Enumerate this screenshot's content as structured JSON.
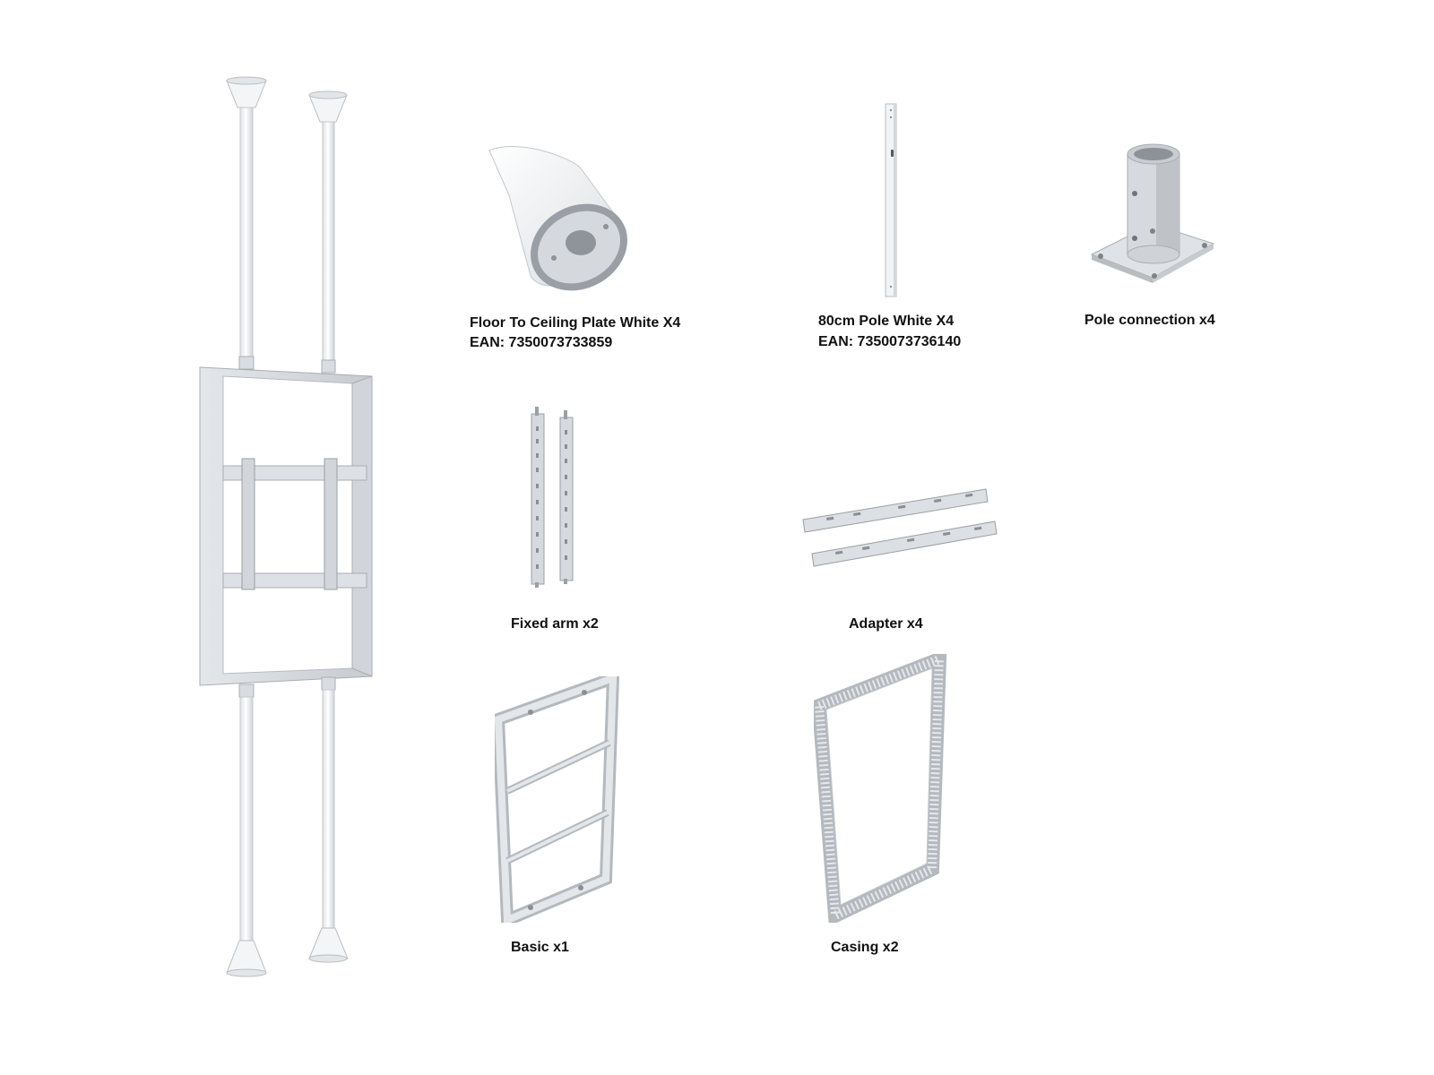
{
  "colors": {
    "background": "#ffffff",
    "label_text": "#111111",
    "part_white": "#f3f4f6",
    "part_metal": "#c9ccd1",
    "part_shadow": "#9aa0a6"
  },
  "assembled_unit": {
    "icon": "floor-to-ceiling-assembly-icon"
  },
  "parts": [
    {
      "icon": "ceiling-plate-icon",
      "name": "Floor To Ceiling Plate White X4",
      "ean": "EAN: 7350073733859"
    },
    {
      "icon": "pole-icon",
      "name": "80cm Pole White X4",
      "ean": "EAN: 7350073736140"
    },
    {
      "icon": "pole-connection-icon",
      "name": "Pole connection x4"
    },
    {
      "icon": "fixed-arm-icon",
      "name": "Fixed arm x2"
    },
    {
      "icon": "adapter-icon",
      "name": "Adapter x4"
    },
    {
      "icon": "basic-frame-icon",
      "name": "Basic x1"
    },
    {
      "icon": "casing-frame-icon",
      "name": "Casing x2"
    }
  ]
}
